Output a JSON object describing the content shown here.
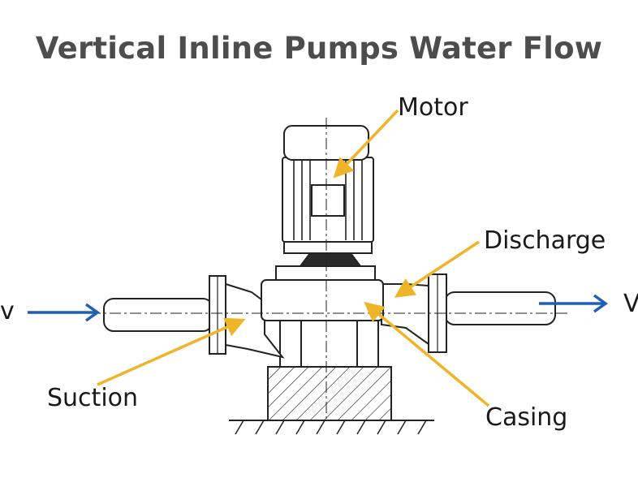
{
  "title": "Vertical Inline Pumps Water Flow",
  "labels": {
    "motor": "Motor",
    "discharge": "Discharge",
    "suction": "Suction",
    "casing": "Casing"
  },
  "flow_edge_left": "v",
  "flow_edge_right": "V",
  "colors": {
    "title": "#4d4d4d",
    "leader": "#f0b429",
    "flow_arrow": "#1f5fb5",
    "line_art": "#222222"
  }
}
